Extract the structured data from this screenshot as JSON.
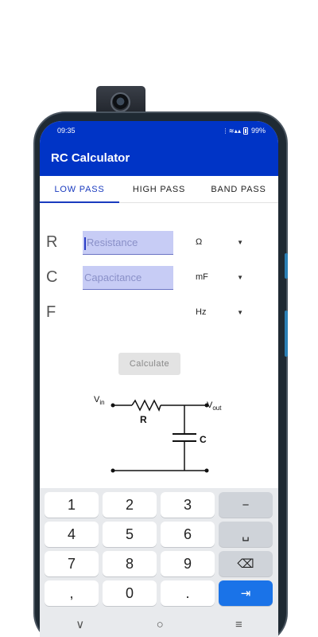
{
  "status": {
    "time": "09:35",
    "icons": "⋮ ≋ ▴ ▴",
    "battery": "99%"
  },
  "app": {
    "title": "RC Calculator"
  },
  "tabs": [
    {
      "label": "LOW PASS"
    },
    {
      "label": "HIGH PASS"
    },
    {
      "label": "BAND PASS"
    }
  ],
  "form": {
    "r": {
      "letter": "R",
      "placeholder": "Resistance",
      "unit": "Ω"
    },
    "c": {
      "letter": "C",
      "placeholder": "Capacitance",
      "unit": "mF"
    },
    "f": {
      "letter": "F",
      "unit": "Hz"
    },
    "calculate_label": "Calculate"
  },
  "circuit": {
    "vin": "V",
    "vin_sub": "in",
    "vout": "V",
    "vout_sub": "out",
    "r_label": "R",
    "c_label": "C"
  },
  "keyboard": {
    "rows": [
      [
        "1",
        "2",
        "3",
        "−"
      ],
      [
        "4",
        "5",
        "6",
        "␣"
      ],
      [
        "7",
        "8",
        "9",
        "⌫"
      ],
      [
        ",",
        "0",
        ".",
        "⇥"
      ]
    ]
  },
  "nav": {
    "back": "∨",
    "home": "○",
    "recents": "≡"
  }
}
